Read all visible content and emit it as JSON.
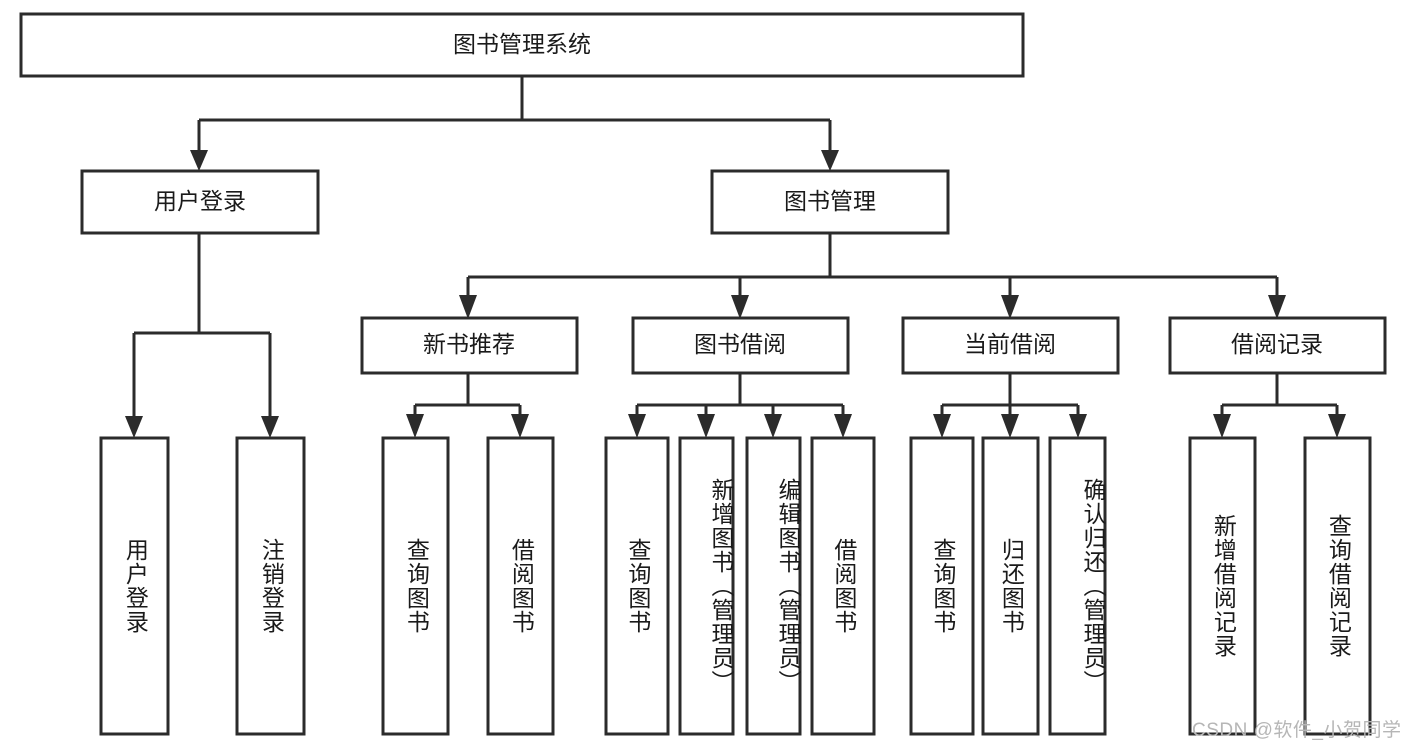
{
  "diagram": {
    "type": "tree-hierarchy",
    "title": "图书管理系统",
    "orientation": "top-down",
    "watermark": "CSDN @软件_小贺同学",
    "colors": {
      "box_stroke": "#2b2b2b",
      "box_fill": "#ffffff",
      "connector": "#2b2b2b",
      "text": "#1a1a1a",
      "watermark": "#b6b6b6",
      "background": "#ffffff"
    },
    "levels": [
      {
        "level": 1,
        "nodes": [
          {
            "id": "root",
            "label": "图书管理系统",
            "orient": "horizontal"
          }
        ]
      },
      {
        "level": 2,
        "nodes": [
          {
            "id": "user-login",
            "label": "用户登录",
            "orient": "horizontal",
            "parent": "root"
          },
          {
            "id": "book-manage",
            "label": "图书管理",
            "orient": "horizontal",
            "parent": "root"
          }
        ]
      },
      {
        "level": 3,
        "nodes": [
          {
            "id": "new-book-rec",
            "label": "新书推荐",
            "orient": "horizontal",
            "parent": "book-manage"
          },
          {
            "id": "book-borrow",
            "label": "图书借阅",
            "orient": "horizontal",
            "parent": "book-manage"
          },
          {
            "id": "current-borrow",
            "label": "当前借阅",
            "orient": "horizontal",
            "parent": "book-manage"
          },
          {
            "id": "borrow-record",
            "label": "借阅记录",
            "orient": "horizontal",
            "parent": "book-manage"
          }
        ]
      },
      {
        "level": 4,
        "nodes": [
          {
            "id": "leaf-user-login",
            "label": "用户登录",
            "orient": "vertical",
            "parent": "user-login"
          },
          {
            "id": "leaf-logout",
            "label": "注销登录",
            "orient": "vertical",
            "parent": "user-login"
          },
          {
            "id": "leaf-query-book-1",
            "label": "查询图书",
            "orient": "vertical",
            "parent": "new-book-rec"
          },
          {
            "id": "leaf-borrow-book-1",
            "label": "借阅图书",
            "orient": "vertical",
            "parent": "new-book-rec"
          },
          {
            "id": "leaf-query-book-2",
            "label": "查询图书",
            "orient": "vertical",
            "parent": "book-borrow"
          },
          {
            "id": "leaf-add-book",
            "label": "新增图书（管理员）",
            "orient": "vertical",
            "parent": "book-borrow"
          },
          {
            "id": "leaf-edit-book",
            "label": "编辑图书（管理员）",
            "orient": "vertical",
            "parent": "book-borrow"
          },
          {
            "id": "leaf-borrow-book-2",
            "label": "借阅图书",
            "orient": "vertical",
            "parent": "book-borrow"
          },
          {
            "id": "leaf-query-book-3",
            "label": "查询图书",
            "orient": "vertical",
            "parent": "current-borrow"
          },
          {
            "id": "leaf-return-book",
            "label": "归还图书",
            "orient": "vertical",
            "parent": "current-borrow"
          },
          {
            "id": "leaf-confirm-return",
            "label": "确认归还（管理员）",
            "orient": "vertical",
            "parent": "current-borrow"
          },
          {
            "id": "leaf-add-record",
            "label": "新增借阅记录",
            "orient": "vertical",
            "parent": "borrow-record"
          },
          {
            "id": "leaf-query-record",
            "label": "查询借阅记录",
            "orient": "vertical",
            "parent": "borrow-record"
          }
        ]
      }
    ]
  }
}
